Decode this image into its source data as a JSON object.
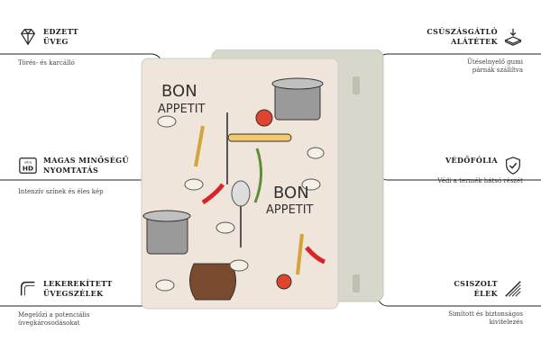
{
  "features_left": [
    {
      "icon": "diamond-icon",
      "title_1": "Edzett",
      "title_2": "üveg",
      "desc_1": "Törés- és karcálló",
      "desc_2": ""
    },
    {
      "icon": "ultra-hd-icon",
      "title_1": "Magas minőségű",
      "title_2": "nyomtatás",
      "desc_1": "Intenzív színek és éles kép",
      "desc_2": ""
    },
    {
      "icon": "rounded-corner-icon",
      "title_1": "Lekerekített",
      "title_2": "üvegszélek",
      "desc_1": "Megelőzi a potenciális",
      "desc_2": "üvegkárosodásokat"
    }
  ],
  "features_right": [
    {
      "icon": "anti-slip-pad-icon",
      "title_1": "Csúszásgátló",
      "title_2": "alátétek",
      "desc_1": "Ütéselnyelő gumi",
      "desc_2": "párnák szállítva"
    },
    {
      "icon": "shield-check-icon",
      "title_1": "Védőfólia",
      "title_2": "",
      "desc_1": "Védi a termék hátsó részét",
      "desc_2": ""
    },
    {
      "icon": "polished-edge-icon",
      "title_1": "Csiszolt",
      "title_2": "élek",
      "desc_1": "Simított és biztonságos",
      "desc_2": "kivitelezés"
    }
  ],
  "poster": {
    "text_top_1": "BON",
    "text_top_2": "APPETIT",
    "text_mid_1": "BON",
    "text_mid_2": "APPETIT"
  },
  "colors": {
    "poster_bg": "#efe5da",
    "backplate": "#d8d7cc",
    "accent_line": "#222222"
  }
}
